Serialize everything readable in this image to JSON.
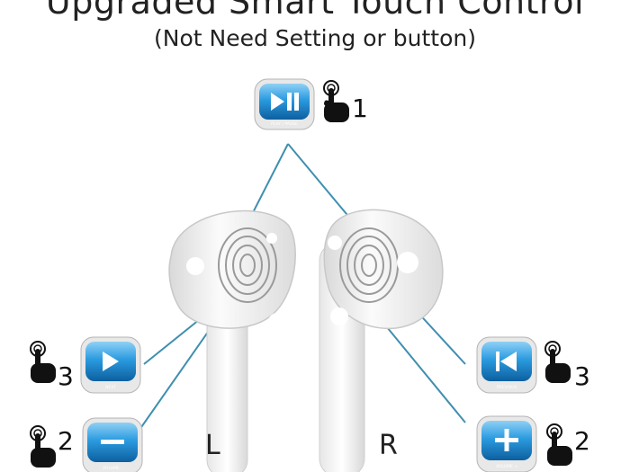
{
  "title": "Upgraded Smart Touch Control",
  "subtitle": "(Not Need Setting or button)",
  "left_label": "L",
  "right_label": "R",
  "colors": {
    "line": "#3f8fb0",
    "button": "#1e8fd6",
    "earbud": "#f2f2f2"
  },
  "controls": {
    "play_pause": {
      "caption": "PLAY / PAUSE",
      "taps": "1",
      "icon": "play-pause-icon"
    },
    "next": {
      "caption": "NEXT",
      "taps": "3",
      "icon": "next-icon"
    },
    "volume_down": {
      "caption": "VOLUME -",
      "taps": "2",
      "icon": "minus-icon"
    },
    "previous": {
      "caption": "PREVIOUS",
      "taps": "3",
      "icon": "previous-icon"
    },
    "volume_up": {
      "caption": "VOLUME +",
      "taps": "2",
      "icon": "plus-icon"
    }
  }
}
